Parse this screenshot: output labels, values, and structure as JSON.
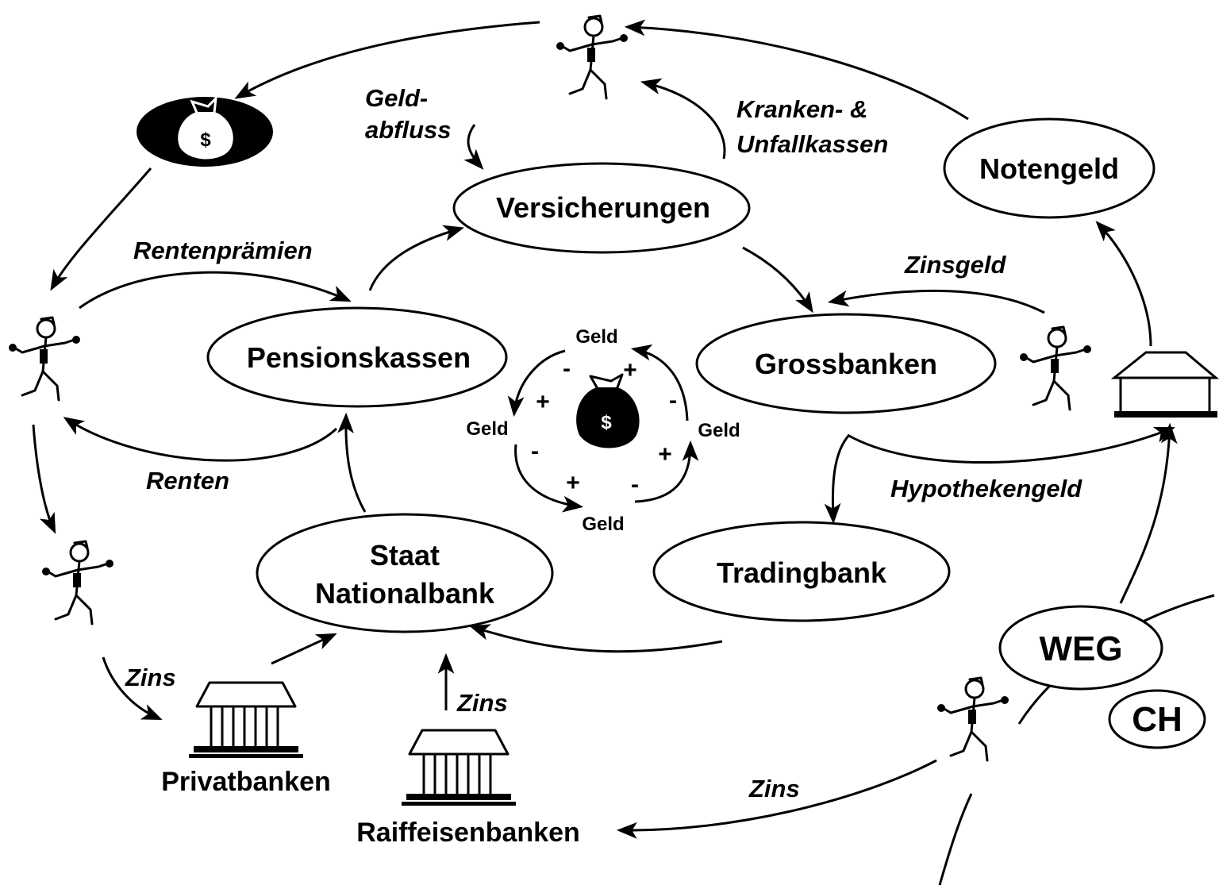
{
  "nodes": {
    "versicherungen": "Versicherungen",
    "pensionskassen": "Pensionskassen",
    "grossbanken": "Grossbanken",
    "staat_line1": "Staat",
    "staat_line2": "Nationalbank",
    "tradingbank": "Tradingbank",
    "notengeld": "Notengeld",
    "weg": "WEG",
    "ch": "CH"
  },
  "banks": {
    "privatbanken": "Privatbanken",
    "raiffeisenbanken": "Raiffeisenbanken"
  },
  "edge_labels": {
    "geldabfluss_line1": "Geld-",
    "geldabfluss_line2": "abfluss",
    "kranken_line1": "Kranken- &",
    "kranken_line2": "Unfallkassen",
    "rentenpraemien": "Rentenprämien",
    "renten": "Renten",
    "zinsgeld": "Zinsgeld",
    "hypothekengeld": "Hypothekengeld",
    "zins_left": "Zins",
    "zins_middle": "Zins",
    "zins_bottom": "Zins"
  },
  "money_cycle": {
    "geld_top": "Geld",
    "geld_left": "Geld",
    "geld_right": "Geld",
    "geld_bottom": "Geld",
    "signs": [
      "-",
      "+",
      "+",
      "-",
      "-",
      "+",
      "+",
      "-"
    ],
    "bag_symbol": "$"
  },
  "icons": [
    "money-bag-icon",
    "running-man-icon",
    "bank-building-icon",
    "house-icon"
  ]
}
